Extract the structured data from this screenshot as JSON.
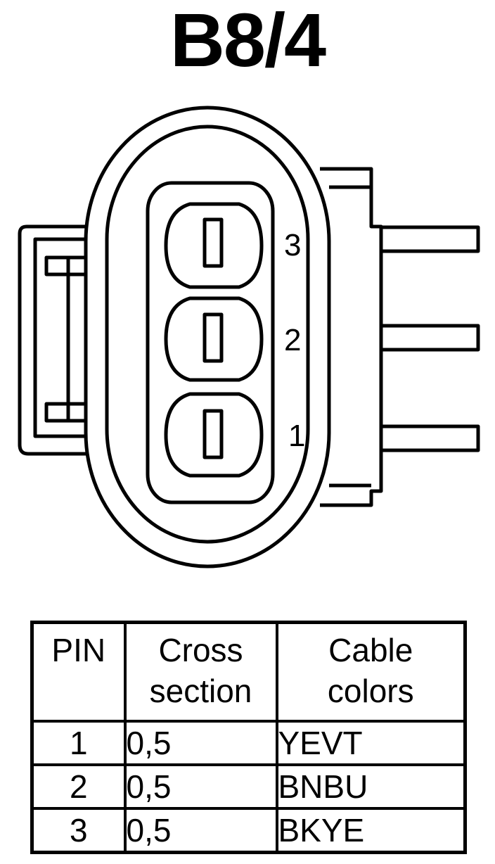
{
  "title": "B8/4",
  "connector": {
    "pin_labels": [
      "3",
      "2",
      "1"
    ]
  },
  "table": {
    "headers": {
      "pin": "PIN",
      "cross_section": [
        "Cross",
        "section"
      ],
      "cable_colors": [
        "Cable",
        "colors"
      ]
    },
    "rows": [
      {
        "pin": "1",
        "cross_section": "0,5",
        "cable_color": "YEVT"
      },
      {
        "pin": "2",
        "cross_section": "0,5",
        "cable_color": "BNBU"
      },
      {
        "pin": "3",
        "cross_section": "0,5",
        "cable_color": "BKYE"
      }
    ]
  }
}
